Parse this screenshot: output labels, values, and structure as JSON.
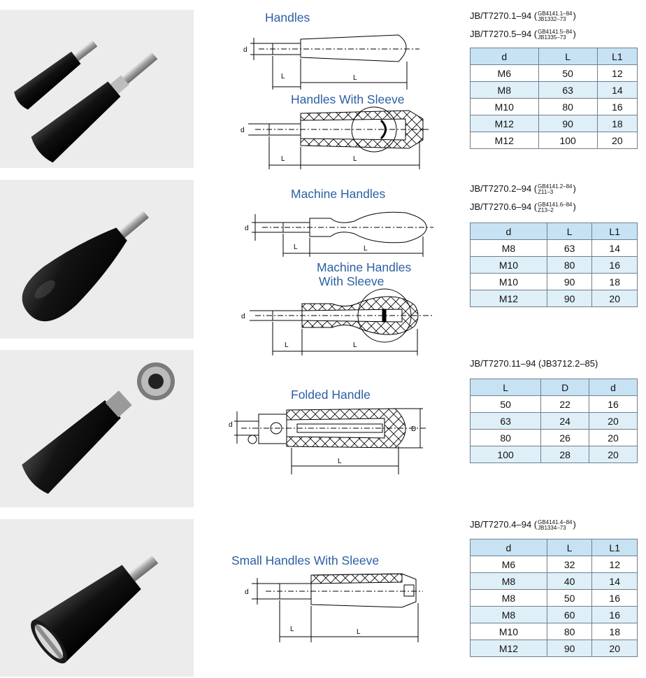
{
  "sections": [
    {
      "drawing_titles": [
        "Handles",
        "Handles With Sleeve"
      ],
      "standards": [
        {
          "main": "JB/T7270.1–94 (",
          "top": "GB4141.1–84",
          "bottom": "JB1332–73",
          "close": ")"
        },
        {
          "main": "JB/T7270.5–94 (",
          "top": "GB4141.5–84",
          "bottom": "JB1335–73",
          "close": ")"
        }
      ],
      "table": {
        "headers": [
          "d",
          "L",
          "L1"
        ],
        "rows": [
          [
            "M6",
            "50",
            "12"
          ],
          [
            "M8",
            "63",
            "14"
          ],
          [
            "M10",
            "80",
            "16"
          ],
          [
            "M12",
            "90",
            "18"
          ],
          [
            "M12",
            "100",
            "20"
          ]
        ]
      }
    },
    {
      "drawing_titles": [
        "Machine Handles",
        "Machine Handles",
        "With Sleeve"
      ],
      "standards": [
        {
          "main": "JB/T7270.2–94 (",
          "top": "GB4141.2–84",
          "bottom": "Z11–3",
          "close": ")"
        },
        {
          "main": "JB/T7270.6–94 (",
          "top": "GB4141.6–84",
          "bottom": "Z13–2",
          "close": ")"
        }
      ],
      "table": {
        "headers": [
          "d",
          "L",
          "L1"
        ],
        "rows": [
          [
            "M8",
            "63",
            "14"
          ],
          [
            "M10",
            "80",
            "16"
          ],
          [
            "M10",
            "90",
            "18"
          ],
          [
            "M12",
            "90",
            "20"
          ]
        ]
      }
    },
    {
      "drawing_titles": [
        "Folded Handle"
      ],
      "standards": [
        {
          "main": "JB/T7270.11–94 (JB3712.2–85)",
          "top": "",
          "bottom": "",
          "close": ""
        }
      ],
      "table": {
        "headers": [
          "L",
          "D",
          "d"
        ],
        "rows": [
          [
            "50",
            "22",
            "16"
          ],
          [
            "63",
            "24",
            "20"
          ],
          [
            "80",
            "26",
            "20"
          ],
          [
            "100",
            "28",
            "20"
          ]
        ]
      }
    },
    {
      "drawing_titles": [
        "Small Handles With Sleeve"
      ],
      "standards": [
        {
          "main": "JB/T7270.4–94 (",
          "top": "GB4141.4–84",
          "bottom": "JB1334–73",
          "close": ")"
        }
      ],
      "table": {
        "headers": [
          "d",
          "L",
          "L1"
        ],
        "rows": [
          [
            "M6",
            "32",
            "12"
          ],
          [
            "M8",
            "40",
            "14"
          ],
          [
            "M8",
            "50",
            "16"
          ],
          [
            "M8",
            "60",
            "16"
          ],
          [
            "M10",
            "80",
            "18"
          ],
          [
            "M12",
            "90",
            "20"
          ]
        ]
      }
    }
  ],
  "dimension_labels": {
    "d": "d",
    "L": "L",
    "L1": "L",
    "L1_sub": "1",
    "D": "D"
  },
  "colors": {
    "title_blue": "#2b5fa3",
    "table_header": "#c7e3f3",
    "table_alt": "#dfeff8",
    "photo_bg": "#ececec",
    "handle_black": "#121212"
  }
}
